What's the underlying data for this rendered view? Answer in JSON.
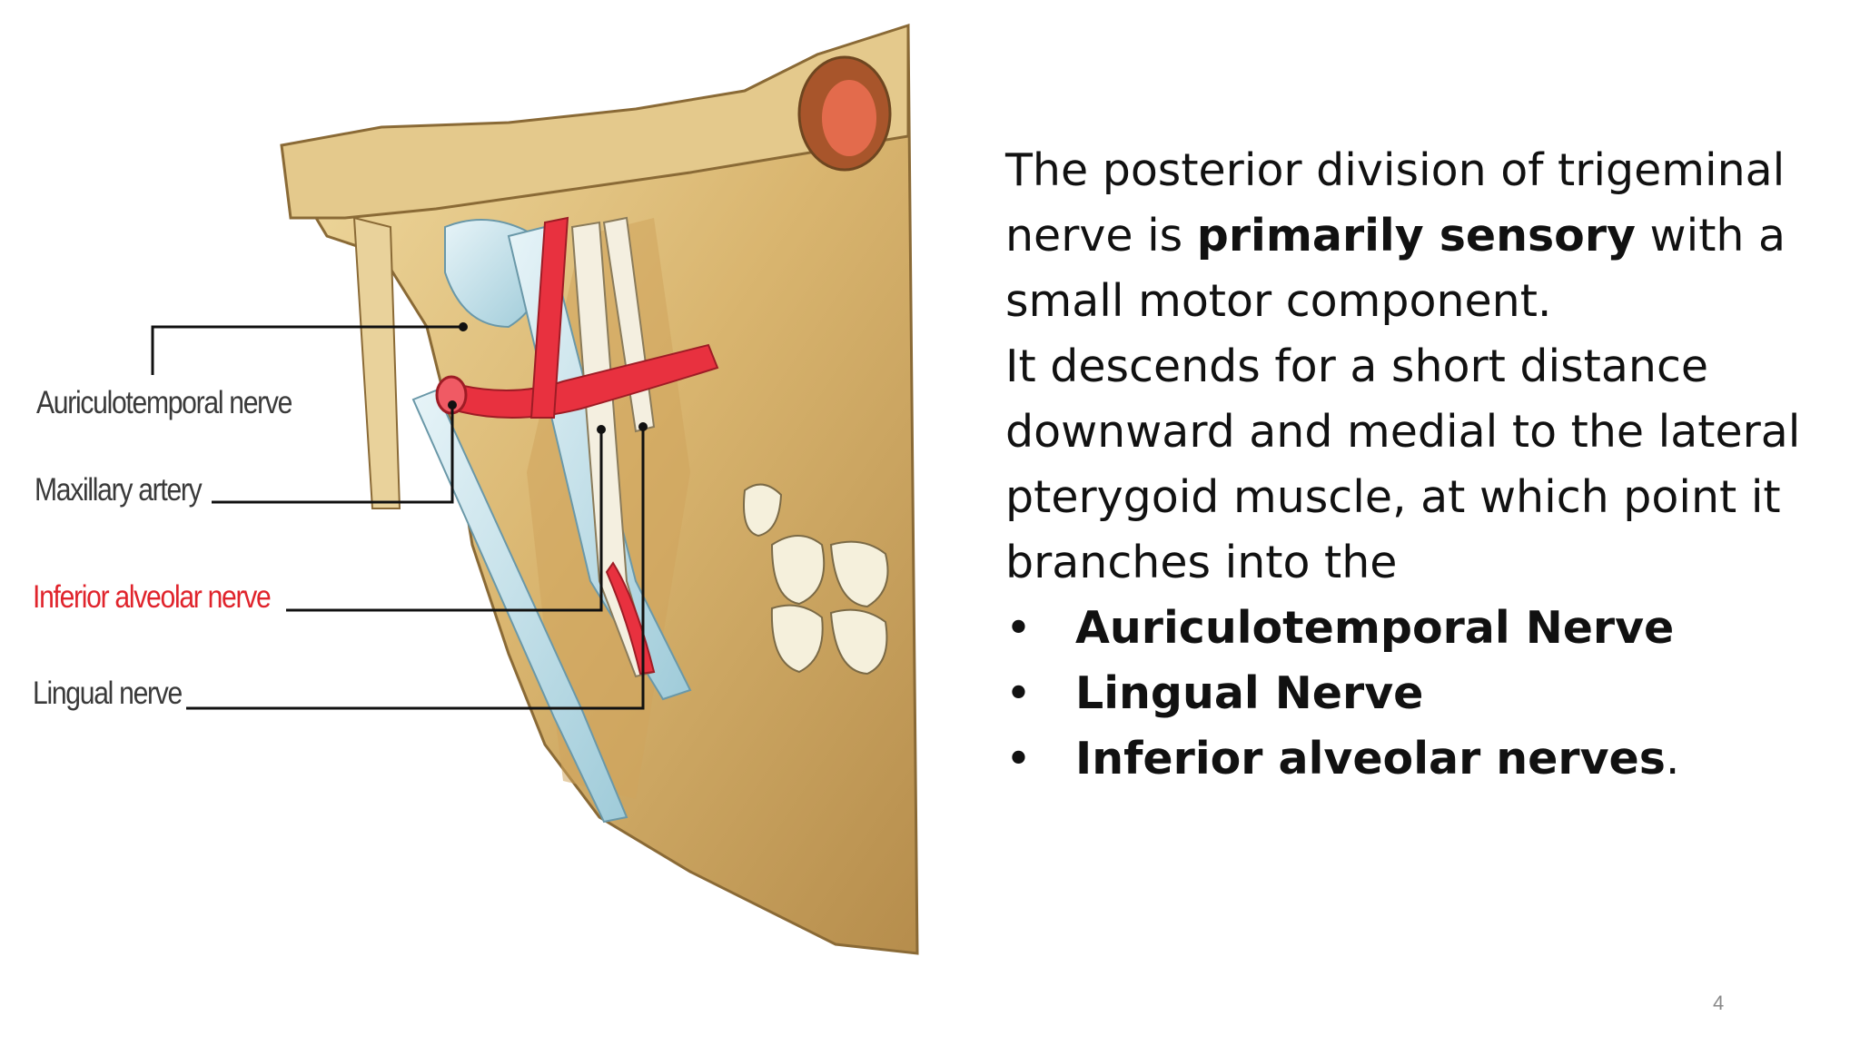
{
  "figure": {
    "labels": {
      "auriculotemporal": "Auriculotemporal nerve",
      "maxillary": "Maxillary artery",
      "inferior_alveolar": "Inferior alveolar nerve",
      "lingual": "Lingual nerve"
    },
    "colors": {
      "bone": "#d9b56f",
      "nerve": "#b8dbe6",
      "artery": "#e8313f",
      "label_highlight": "#e0242c",
      "label_default": "#3a3a3a"
    }
  },
  "text": {
    "para1_part1": "The posterior division of trigeminal nerve is ",
    "para1_bold1": "primarily sensory",
    "para1_part2": " with a small motor component.",
    "para2": "It descends for a short distance downward and medial to the lateral pterygoid muscle, at which point it branches into the",
    "bullet_symbol": "•",
    "bullets": [
      {
        "label": "Auriculotemporal Nerve",
        "suffix": ""
      },
      {
        "label": "Lingual Nerve",
        "suffix": ""
      },
      {
        "label": "Inferior alveolar nerves",
        "suffix": "."
      }
    ]
  },
  "slide_number": "4"
}
